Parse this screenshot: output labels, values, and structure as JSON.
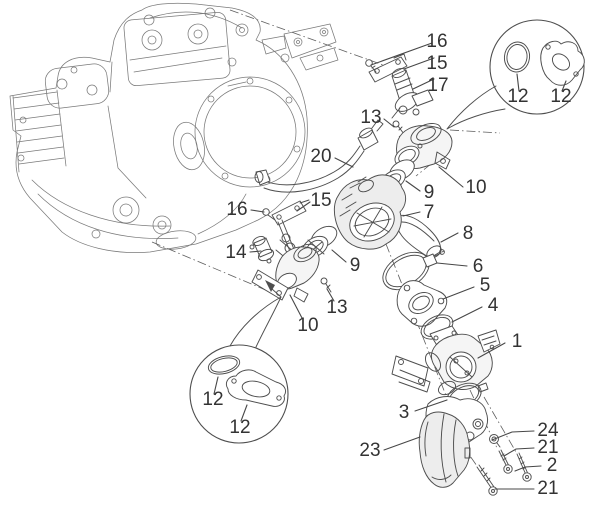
{
  "figure": {
    "kind": "exploded-parts-diagram",
    "background": "#ffffff",
    "line_color": "#4e4e4e",
    "engine_line_color": "#7a7a7a",
    "label_color": "#333333",
    "part_numbers_visible": [
      "1",
      "2",
      "3",
      "4",
      "5",
      "6",
      "7",
      "8",
      "9",
      "10",
      "12",
      "13",
      "14",
      "15",
      "16",
      "17",
      "20",
      "21",
      "23",
      "24"
    ]
  },
  "callouts": [
    {
      "text": "16"
    },
    {
      "text": "15"
    },
    {
      "text": "17"
    },
    {
      "text": "13"
    },
    {
      "text": "20"
    },
    {
      "text": "9"
    },
    {
      "text": "10"
    },
    {
      "text": "7"
    },
    {
      "text": "8"
    },
    {
      "text": "16"
    },
    {
      "text": "15"
    },
    {
      "text": "14"
    },
    {
      "text": "9"
    },
    {
      "text": "13"
    },
    {
      "text": "10"
    },
    {
      "text": "6"
    },
    {
      "text": "5"
    },
    {
      "text": "4"
    },
    {
      "text": "1"
    },
    {
      "text": "3"
    },
    {
      "text": "23"
    },
    {
      "text": "24"
    },
    {
      "text": "21"
    },
    {
      "text": "2"
    },
    {
      "text": "21"
    },
    {
      "text": "12"
    },
    {
      "text": "12"
    },
    {
      "text": "12"
    },
    {
      "text": "12"
    }
  ]
}
